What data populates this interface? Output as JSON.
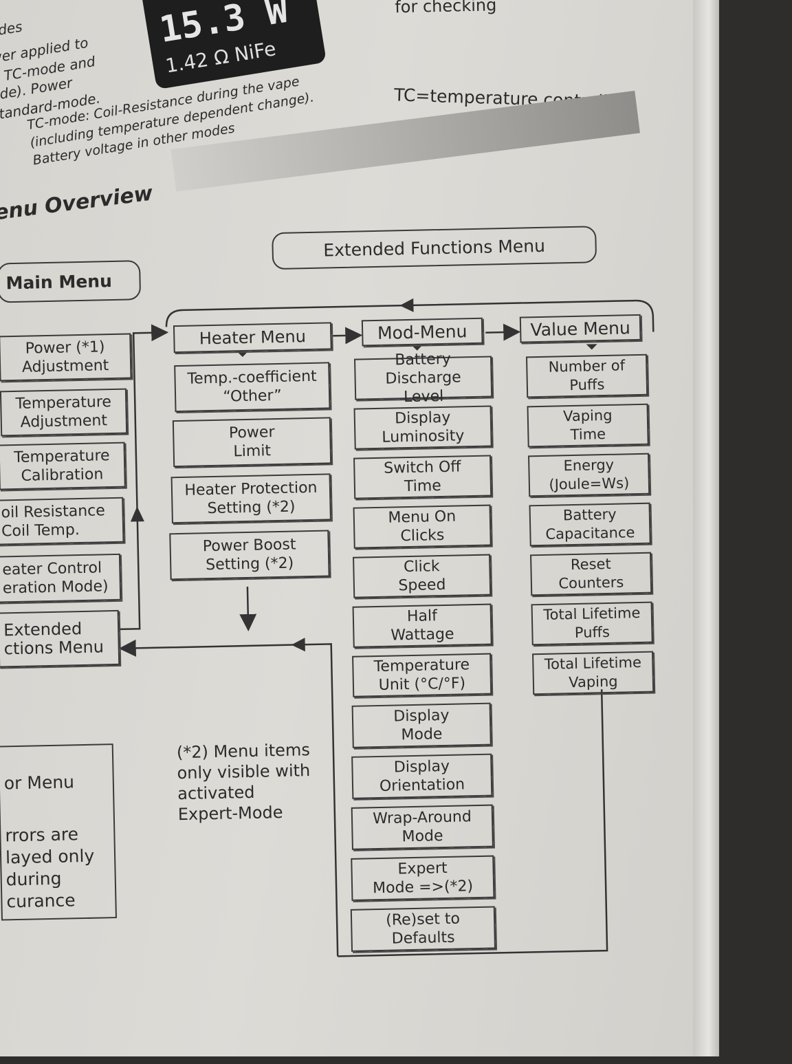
{
  "top": {
    "margin_fragments": [
      "odes",
      "wer applied to",
      "n TC-mode and",
      "ode). Power",
      "standard-mode."
    ],
    "display_big": "15.3 W",
    "display_small": "1.42 Ω NiFe",
    "checking_note": "for checking",
    "tc_note": "TC-mode: Coil-Resistance during the vape\n(including temperature dependent change).\nBattery voltage in other modes",
    "tc_definition": "TC=temperature controlled"
  },
  "section_title": "enu Overview",
  "extended_functions_menu": "Extended Functions Menu",
  "main_menu": {
    "title": "Main Menu",
    "items": [
      "Power (*1)\nAdjustment",
      "Temperature\nAdjustment",
      "Temperature\nCalibration",
      "oil Resistance\nCoil Temp.",
      "eater Control\neration Mode)",
      "Extended\nctions Menu"
    ]
  },
  "heater_menu": {
    "title": "Heater Menu",
    "items": [
      "Temp.-coefficient\n“Other”",
      "Power\nLimit",
      "Heater Protection\nSetting (*2)",
      "Power Boost\nSetting (*2)"
    ]
  },
  "mod_menu": {
    "title": "Mod-Menu",
    "items": [
      "Battery Discharge\nLevel",
      "Display\nLuminosity",
      "Switch Off\nTime",
      "Menu On\nClicks",
      "Click\nSpeed",
      "Half\nWattage",
      "Temperature\nUnit (°C/°F)",
      "Display\nMode",
      "Display\nOrientation",
      "Wrap-Around\nMode",
      "Expert\nMode   =>(*2)",
      "(Re)set to\nDefaults"
    ]
  },
  "value_menu": {
    "title": "Value Menu",
    "items": [
      "Number of\nPuffs",
      "Vaping\nTime",
      "Energy\n(Joule=Ws)",
      "Battery\nCapacitance",
      "Reset\nCounters",
      "Total Lifetime\nPuffs",
      "Total Lifetime\nVaping"
    ]
  },
  "error_menu": {
    "title": "or Menu",
    "text": "rrors are\nlayed only\nduring\ncurance"
  },
  "footnote_2": "(*2) Menu items\nonly visible with\nactivated\nExpert-Mode"
}
